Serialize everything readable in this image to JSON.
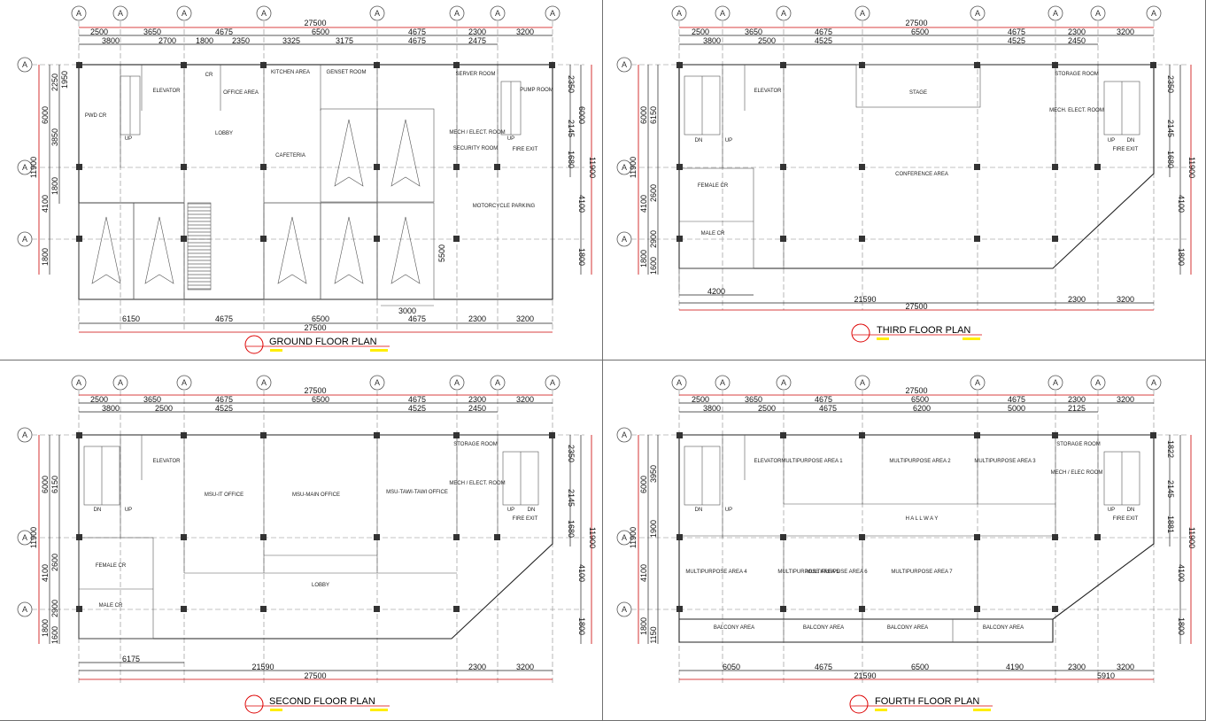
{
  "colors": {
    "dimension": "#cc0000",
    "highlight": "#ffee00",
    "wall": "#222222",
    "grid": "#888888"
  },
  "grid_bubble": "A",
  "plans": [
    {
      "id": "ground",
      "title": "GROUND FLOOR PLAN",
      "top_total": "27500",
      "top_row1": [
        "2500",
        "3650",
        "4675",
        "6500",
        "4675",
        "2300",
        "3200"
      ],
      "top_row2": [
        "3800",
        "2700",
        "1800",
        "2350",
        "3325",
        "3175",
        "4675",
        "2475"
      ],
      "bottom_row": [
        "6150",
        "4675",
        "6500",
        "4675",
        "2300",
        "3200"
      ],
      "bottom_extra": "3000",
      "bottom_total": "27500",
      "left_dims": [
        "2250",
        "1950",
        "6000",
        "3850",
        "11900",
        "1800",
        "4100",
        "1800"
      ],
      "right_dims": [
        "2350",
        "6000",
        "2145",
        "1680",
        "11900",
        "4100",
        "1800"
      ],
      "rooms": {
        "pwd_cr": "PWD CR",
        "elevator": "ELEVATOR",
        "cr": "CR",
        "office_area": "OFFICE AREA",
        "kitchen": "KITCHEN AREA",
        "genset": "GENSET ROOM",
        "server": "SERVER ROOM",
        "pump": "PUMP ROOM",
        "lobby": "LOBBY",
        "cafeteria": "CAFETERIA",
        "mech": "MECH / ELECT. ROOM",
        "security": "SECURITY ROOM",
        "fire_exit": "FIRE EXIT",
        "moto": "MOTORCYCLE PARKING",
        "up": "UP",
        "extra_dim": "5500"
      }
    },
    {
      "id": "third",
      "title": "THIRD FLOOR PLAN",
      "top_total": "27500",
      "top_row1": [
        "2500",
        "3650",
        "4675",
        "6500",
        "4675",
        "2300",
        "3200"
      ],
      "top_row2": [
        "3800",
        "2500",
        "4525",
        "4525",
        "2450"
      ],
      "bottom_row": [
        "4200",
        "21590",
        "2300",
        "3200"
      ],
      "bottom_total": "27500",
      "left_dims": [
        "6000",
        "6150",
        "11900",
        "2600",
        "4100",
        "2900",
        "1800",
        "1600"
      ],
      "right_dims": [
        "2350",
        "2145",
        "1680",
        "11900",
        "4100",
        "1800"
      ],
      "rooms": {
        "elevator": "ELEVATOR",
        "stage": "STAGE",
        "storage": "STORAGE ROOM",
        "mech": "MECH. ELECT. ROOM",
        "conference": "CONFERENCE AREA",
        "female_cr": "FEMALE CR",
        "male_cr": "MALE CR",
        "fire_exit": "FIRE EXIT",
        "up": "UP",
        "dn": "DN"
      }
    },
    {
      "id": "second",
      "title": "SECOND FLOOR PLAN",
      "top_total": "27500",
      "top_row1": [
        "2500",
        "3650",
        "4675",
        "6500",
        "4675",
        "2300",
        "3200"
      ],
      "top_row2": [
        "3800",
        "2500",
        "4525",
        "4525",
        "2450"
      ],
      "bottom_row": [
        "6175",
        "21590",
        "2300",
        "3200"
      ],
      "bottom_total": "27500",
      "left_dims": [
        "6000",
        "6150",
        "11900",
        "2600",
        "4100",
        "2900",
        "1800",
        "1600"
      ],
      "right_dims": [
        "2350",
        "2145",
        "1680",
        "11900",
        "4100",
        "1800"
      ],
      "rooms": {
        "elevator": "ELEVATOR",
        "it_office": "MSU-IT OFFICE",
        "main_office": "MSU-MAIN OFFICE",
        "tawi": "MSU-TAWI-TAWI OFFICE",
        "storage": "STORAGE ROOM",
        "mech": "MECH / ELECT. ROOM",
        "fire_exit": "FIRE EXIT",
        "lobby": "LOBBY",
        "female_cr": "FEMALE CR",
        "male_cr": "MALE CR",
        "up": "UP",
        "dn": "DN"
      }
    },
    {
      "id": "fourth",
      "title": "FOURTH FLOOR PLAN",
      "top_total": "27500",
      "top_row1": [
        "2500",
        "3650",
        "4675",
        "6500",
        "4675",
        "2300",
        "3200"
      ],
      "top_row2": [
        "3800",
        "2500",
        "4675",
        "6200",
        "5000",
        "2125"
      ],
      "bottom_row": [
        "6050",
        "4675",
        "6500",
        "4190",
        "2300",
        "3200"
      ],
      "bottom_sub": [
        "21590",
        "5910"
      ],
      "left_dims": [
        "6000",
        "3950",
        "11900",
        "1900",
        "4100",
        "1800",
        "1150"
      ],
      "right_dims": [
        "1822",
        "2145",
        "1881",
        "11900",
        "4100",
        "1800"
      ],
      "rooms": {
        "elevator": "ELEVATOR",
        "mp1": "MULTIPURPOSE AREA 1",
        "mp2": "MULTIPURPOSE AREA 2",
        "mp3": "MULTIPURPOSE AREA 3",
        "mp4": "MULTIPURPOSE AREA 4",
        "mp5": "MULTIPURPOSE AREA 5",
        "mp6": "MULTIPURPOSE AREA 6",
        "mp7": "MULTIPURPOSE AREA 7",
        "hallway": "H A L L W A Y",
        "storage": "STORAGE ROOM",
        "mech": "MECH / ELEC ROOM",
        "fire_exit": "FIRE EXIT",
        "balcony": "BALCONY AREA",
        "up": "UP",
        "dn": "DN"
      }
    }
  ]
}
